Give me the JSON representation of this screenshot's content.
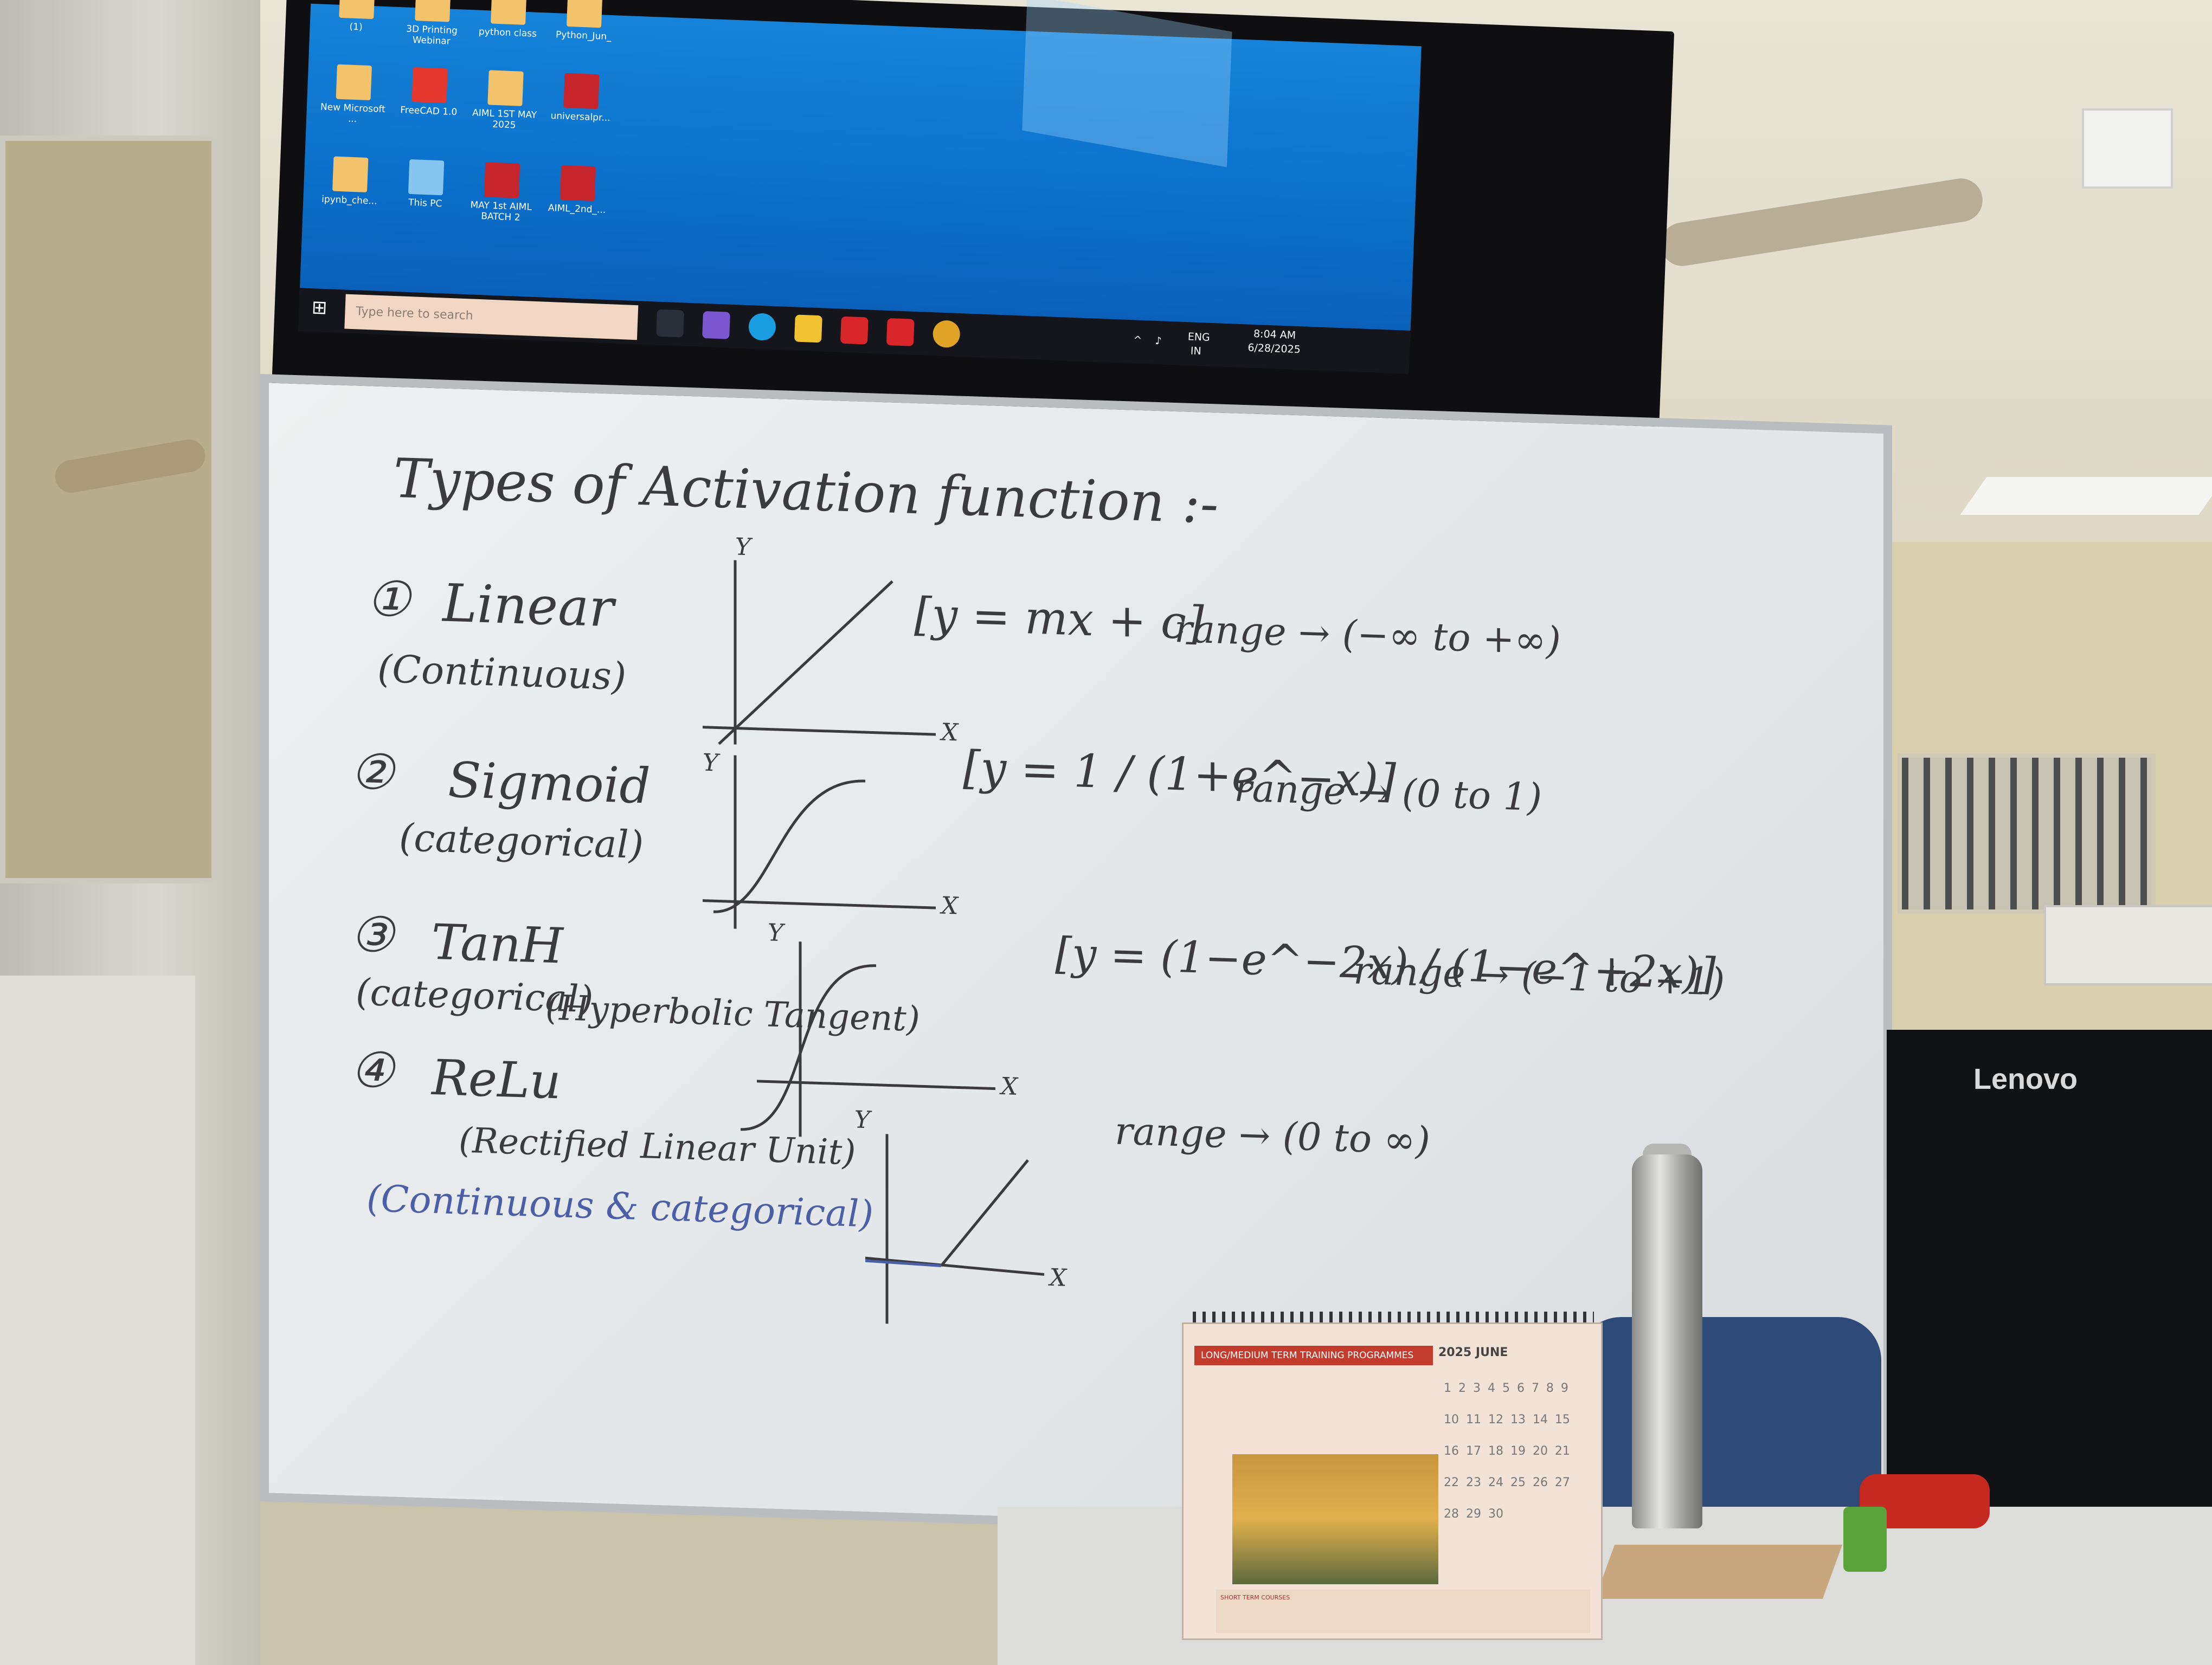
{
  "screen": {
    "desktop_icons": [
      {
        "label": "(1)"
      },
      {
        "label": "3D Printing Webinar"
      },
      {
        "label": "python class"
      },
      {
        "label": "Python_Jun_"
      },
      {
        "label": "New Microsoft ..."
      },
      {
        "label": "FreeCAD 1.0"
      },
      {
        "label": "AIML 1ST MAY 2025"
      },
      {
        "label": "universalpr..."
      },
      {
        "label": "ipynb_che..."
      },
      {
        "label": "This PC"
      },
      {
        "label": "MAY 1st AIML BATCH 2"
      },
      {
        "label": "AIML_2nd_..."
      }
    ],
    "taskbar": {
      "search_placeholder": "Type here to search",
      "language": "ENG",
      "region": "IN",
      "time": "8:04 AM",
      "date": "6/28/2025"
    }
  },
  "whiteboard": {
    "title": "Types of Activation function :-",
    "items": [
      {
        "number": "①",
        "name": "Linear",
        "note": "(Continuous)",
        "formula": "[y = mx + c]",
        "range": "range → (−∞ to +∞)"
      },
      {
        "number": "②",
        "name": "Sigmoid",
        "note": "(categorical)",
        "formula": "[y = 1 / (1+e^−x)]",
        "range": "range → (0 to 1)"
      },
      {
        "number": "③",
        "name": "TanH",
        "note": "(categorical)",
        "extra": "(Hyperbolic Tangent)",
        "formula": "[y = (1−e^−2x) / (1−e^+2x)]",
        "range": "range → (−1 to +1)"
      },
      {
        "number": "④",
        "name": "ReLu",
        "note": "(Rectified Linear Unit)",
        "extra": "(Continuous & categorical)",
        "formula": "",
        "range": "range → (0 to ∞)"
      }
    ],
    "axis_labels": {
      "y": "Y",
      "x": "X"
    }
  },
  "calendar": {
    "header": "LONG/MEDIUM TERM TRAINING PROGRAMMES",
    "year": "2025",
    "month": "JUNE",
    "days": "1 2 3 4 5 6 7 8 9 10 11 12 13 14 15 16 17 18 19 20 21 22 23 24 25 26 27 28 29 30",
    "footer": "SHORT TERM COURSES"
  },
  "monitor": {
    "brand": "Lenovo"
  }
}
